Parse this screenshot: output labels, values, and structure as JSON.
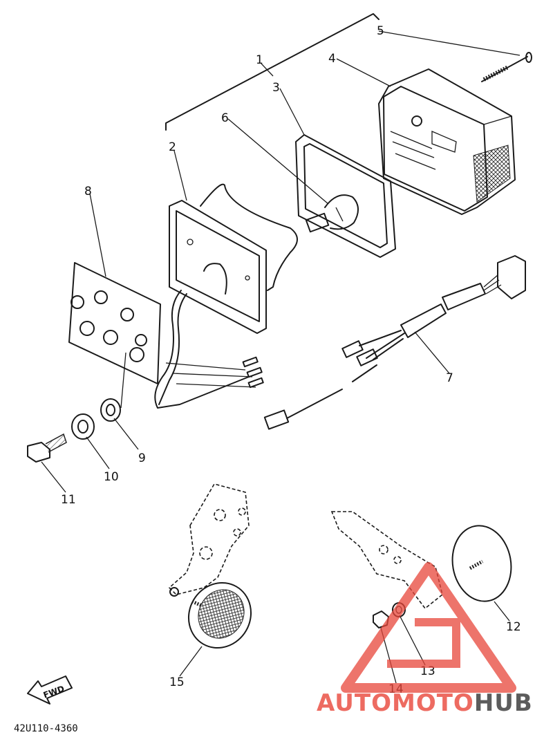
{
  "diagram": {
    "part_numbers": [
      "1",
      "2",
      "3",
      "4",
      "5",
      "6",
      "7",
      "8",
      "9",
      "10",
      "11",
      "12",
      "13",
      "14",
      "15"
    ],
    "fwd_label": "FWD",
    "drawing_code": "42U110-4360"
  },
  "watermark": {
    "part1": "AUTO",
    "part2": "MOTO",
    "part3": "HUB",
    "color_accent": "#e8463a",
    "color_dark": "#333333"
  }
}
